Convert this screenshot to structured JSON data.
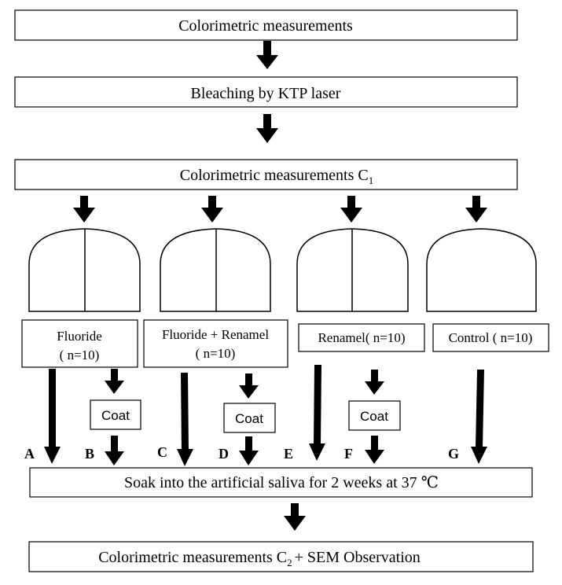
{
  "steps": {
    "step1": "Colorimetric measurements",
    "step2": "Bleaching by KTP laser",
    "step3_main": "Colorimetric measurements C",
    "step3_sub": "1",
    "soak": "Soak into the artificial saliva for 2 weeks at 37 ℃",
    "final_pre": "Colorimetric measurements C",
    "final_sub": "2",
    "final_post": "+ SEM   Observation"
  },
  "groups": [
    {
      "line1": "Fluoride",
      "line2": "( n=10)"
    },
    {
      "line1": "Fluoride + Renamel",
      "line2": "( n=10)"
    },
    {
      "line1": "Renamel( n=10)",
      "line2": ""
    },
    {
      "line1": "Control ( n=10)",
      "line2": ""
    }
  ],
  "coat_label": "Coat",
  "path_labels": [
    "A",
    "B",
    "C",
    "D",
    "E",
    "F",
    "G"
  ],
  "colors": {
    "line": "#000000",
    "fill": "#ffffff"
  }
}
